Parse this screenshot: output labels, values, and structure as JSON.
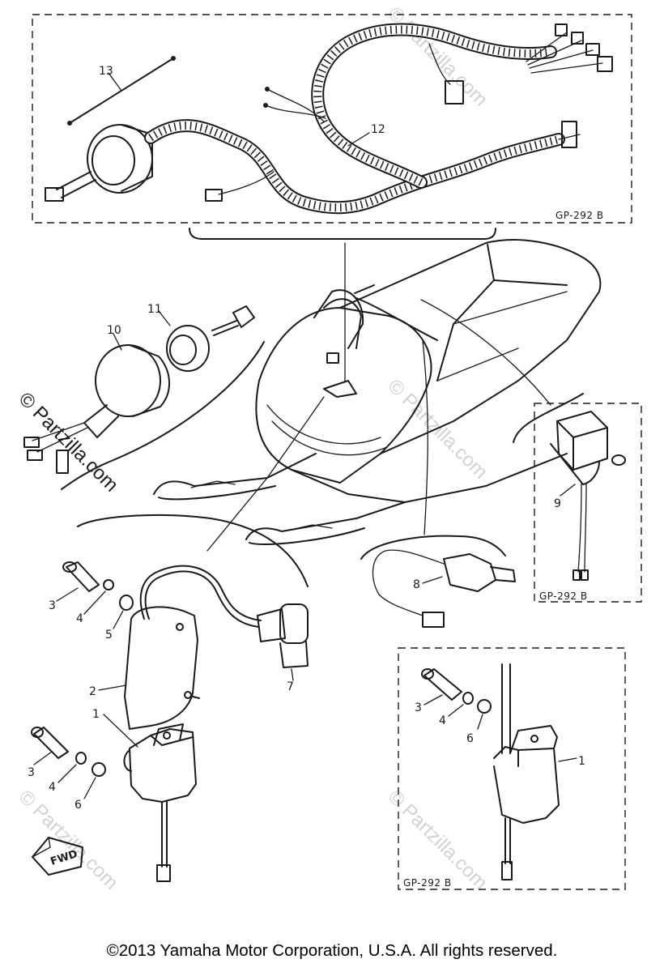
{
  "part_labels": {
    "p1a": "1",
    "p1b": "1",
    "p2": "2",
    "p3a": "3",
    "p3b": "3",
    "p3c": "3",
    "p4a": "4",
    "p4b": "4",
    "p4c": "4",
    "p5": "5",
    "p6a": "6",
    "p6b": "6",
    "p7": "7",
    "p8": "8",
    "p9": "9",
    "p10": "10",
    "p11": "11",
    "p12": "12",
    "p13": "13"
  },
  "variant_codes": {
    "top_box": "GP-292 B",
    "relay_box": "GP-292 B",
    "cdi_box": "GP-292 B"
  },
  "fwd_marker": "FWD",
  "watermarks": {
    "left_dark": "© Partzilla.com",
    "faint": "© Partzilla.com"
  },
  "copyright": "©2013 Yamaha Motor Corporation, U.S.A. All rights reserved.",
  "colors": {
    "ink": "#1a1a1a",
    "watermark": "#d2d2d2",
    "background": "#ffffff"
  }
}
